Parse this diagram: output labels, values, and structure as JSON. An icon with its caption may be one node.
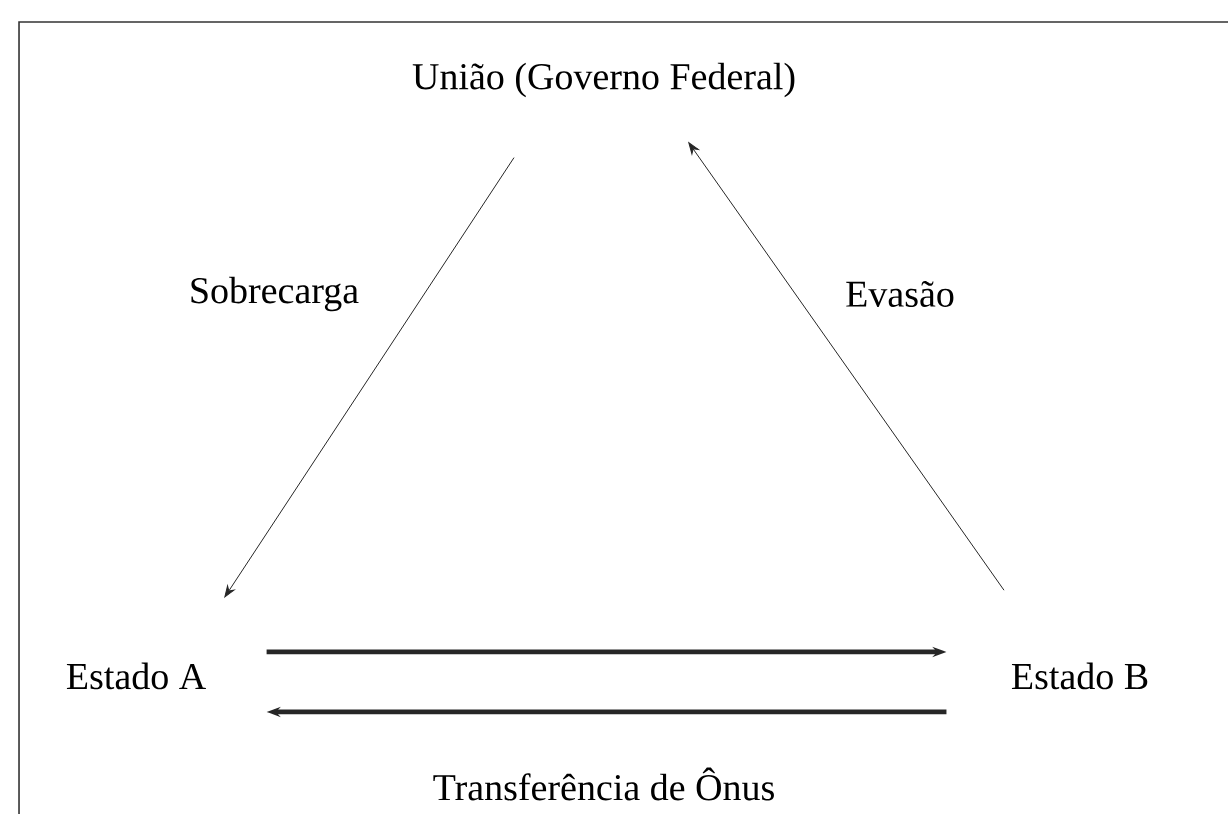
{
  "diagram": {
    "nodes": [
      {
        "text": [
          "União (Governo Federal)"
        ]
      },
      {
        "text": [
          "Estado A"
        ]
      },
      {
        "text": [
          "Estado B"
        ]
      }
    ],
    "edges": [
      {
        "from": 0,
        "to": 1,
        "arrow": "to",
        "label": "Sobrecarga"
      },
      {
        "from": 2,
        "to": 0,
        "arrow": "to",
        "label": "Evasão"
      },
      {
        "from": 1,
        "to": 2,
        "arrow": "to",
        "style": "thick"
      },
      {
        "from": 2,
        "to": 1,
        "arrow": "to",
        "style": "thick",
        "label": "Transferência de Ônus"
      }
    ]
  }
}
